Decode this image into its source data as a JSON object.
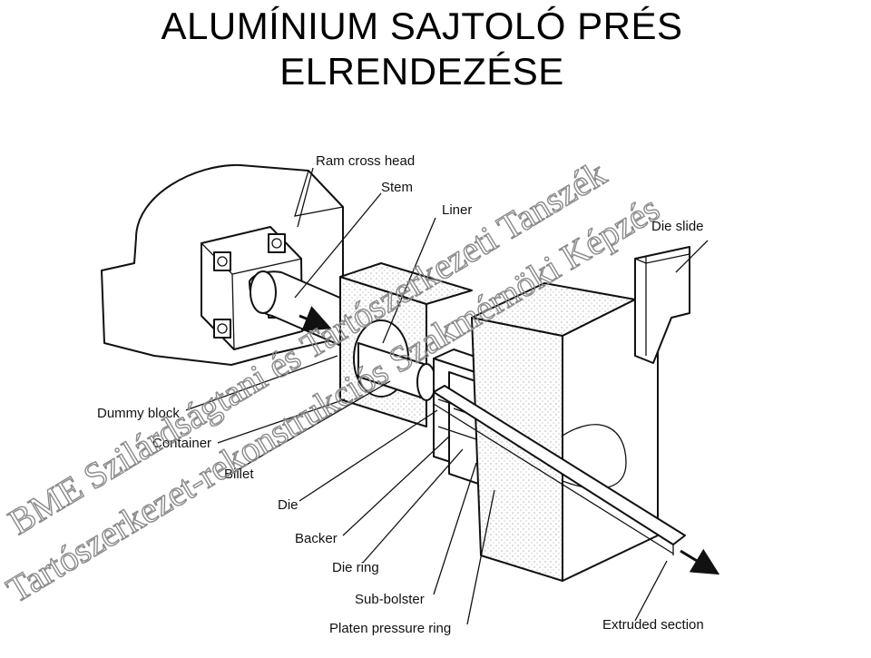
{
  "title": {
    "line1": "ALUMÍNIUM SAJTOLÓ PRÉS",
    "line2": "ELRENDEZÉSE"
  },
  "labels": {
    "ram_cross_head": "Ram cross head",
    "stem": "Stem",
    "liner": "Liner",
    "die_slide": "Die slide",
    "dummy_block": "Dummy block",
    "container": "Container",
    "billet": "Billet",
    "die": "Die",
    "backer": "Backer",
    "die_ring": "Die ring",
    "sub_bolster": "Sub-bolster",
    "platen_pressure_ring": "Platen pressure ring",
    "extruded_section": "Extruded section"
  },
  "watermark": {
    "line1": "BME Szilárdságtani és Tartószerkezeti Tanszék",
    "line2": "Tartószerkezet-rekonstrukciós Szakmérnöki Képzés"
  }
}
